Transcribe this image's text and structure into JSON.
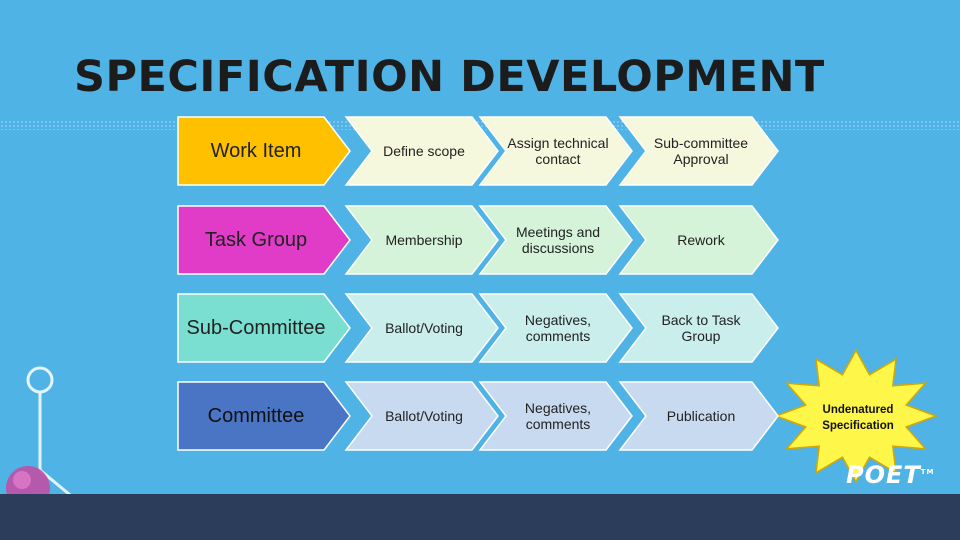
{
  "title": "SPECIFICATION DEVELOPMENT",
  "rows": [
    {
      "lead": "Work Item",
      "lead_color": "#ffc000",
      "steps": [
        "Define scope",
        "Assign technical contact",
        "Sub-committee Approval"
      ],
      "step_color": "#f5f8dc"
    },
    {
      "lead": "Task Group",
      "lead_color": "#e13cc8",
      "steps": [
        "Membership",
        "Meetings and discussions",
        "Rework"
      ],
      "step_color": "#d4f3d8"
    },
    {
      "lead": "Sub-Committee",
      "lead_color": "#7adfd1",
      "steps": [
        "Ballot/Voting",
        "Negatives, comments",
        "Back to Task Group"
      ],
      "step_color": "#c9eeec"
    },
    {
      "lead": "Committee",
      "lead_color": "#4a74c4",
      "steps": [
        "Ballot/Voting",
        "Negatives, comments",
        "Publication"
      ],
      "step_color": "#c8daf0"
    }
  ],
  "burst": {
    "line1": "Undenatured",
    "line2": "Specification",
    "color": "#fff64a"
  },
  "logo": "POET",
  "logo_mark": "TM"
}
